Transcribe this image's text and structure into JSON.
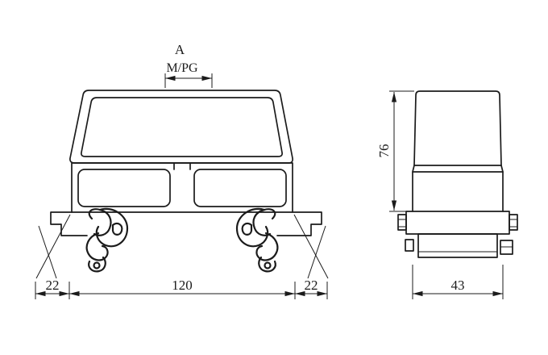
{
  "canvas": {
    "background": "#ffffff",
    "line_color": "#1b1b1b"
  },
  "front_view": {
    "section_label": "A",
    "thread_label": "M/PG",
    "dim_left_flange": "22",
    "dim_body_width": "120",
    "dim_right_flange": "22"
  },
  "side_view": {
    "dim_height": "76",
    "dim_depth": "43"
  }
}
